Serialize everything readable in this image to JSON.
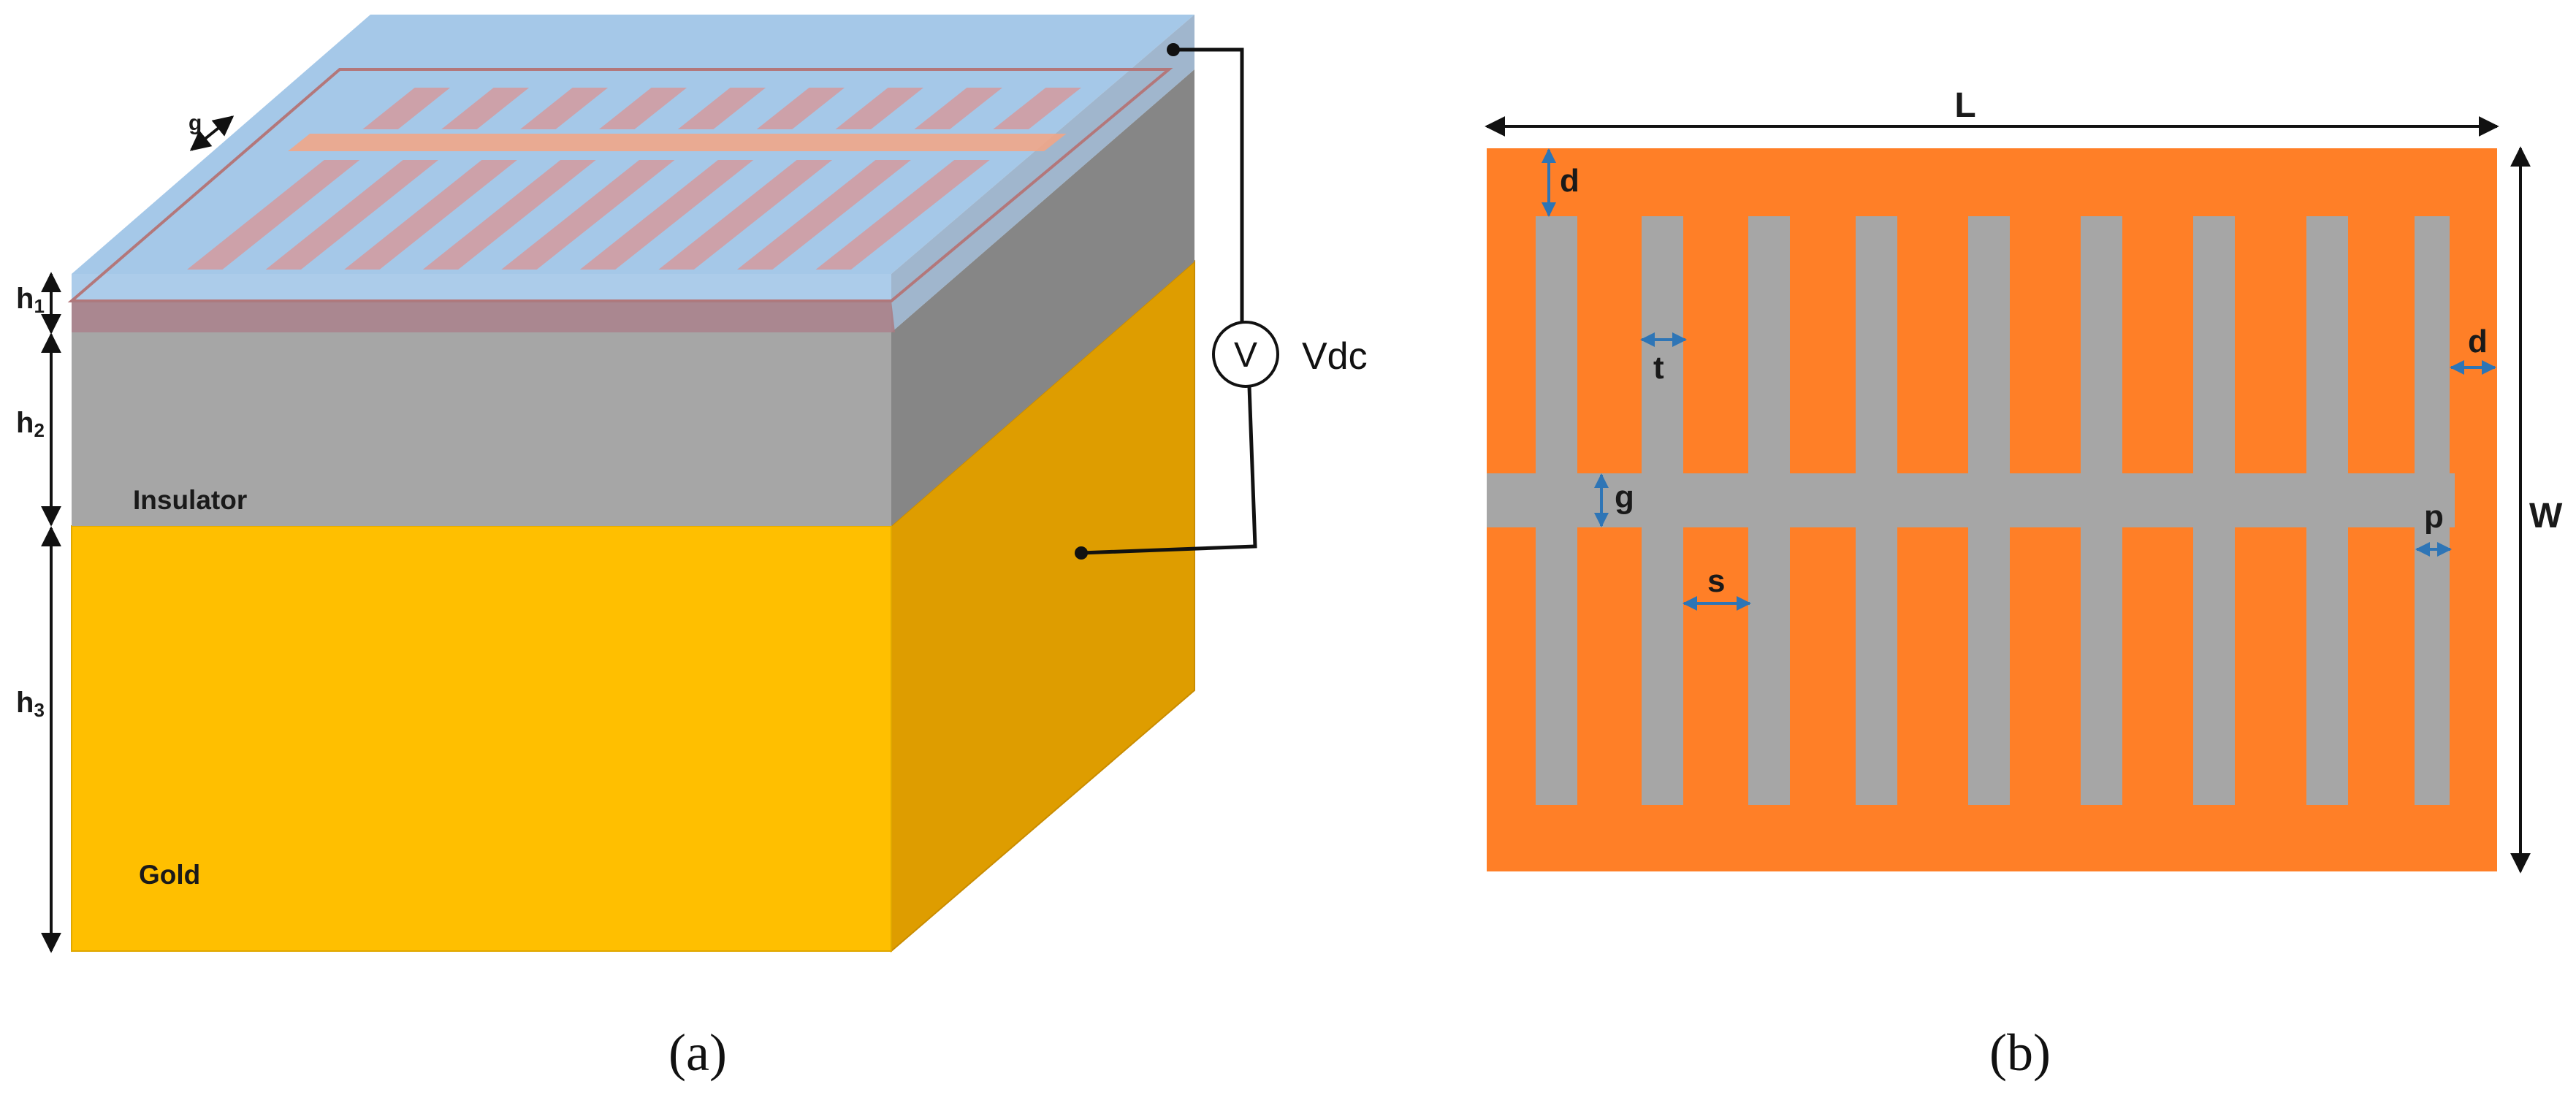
{
  "panel_a": {
    "caption": "(a)",
    "labels": {
      "g": "g",
      "h1": "h1",
      "h2": "h2",
      "h3": "h3",
      "insulator": "Insulator",
      "gold": "Gold",
      "voltmeter": "V",
      "vdc": "Vdc"
    },
    "colors": {
      "gold_front": "#FFBF00",
      "gold_side": "#DE9D00",
      "insulator_front": "#A6A6A6",
      "insulator_side": "#868686",
      "top_layer": "#9DC3E6",
      "electrode": "#C58C8C"
    }
  },
  "panel_b": {
    "caption": "(b)",
    "labels": {
      "L": "L",
      "W": "W",
      "d_top": "d",
      "d_right": "d",
      "t": "t",
      "g": "g",
      "p": "p",
      "s": "s"
    },
    "finger_count_top": 9,
    "finger_count_bottom": 9,
    "colors": {
      "substrate": "#FF7F27",
      "electrode": "#A6A6A6",
      "dim_arrow": "#2E75B6"
    }
  }
}
